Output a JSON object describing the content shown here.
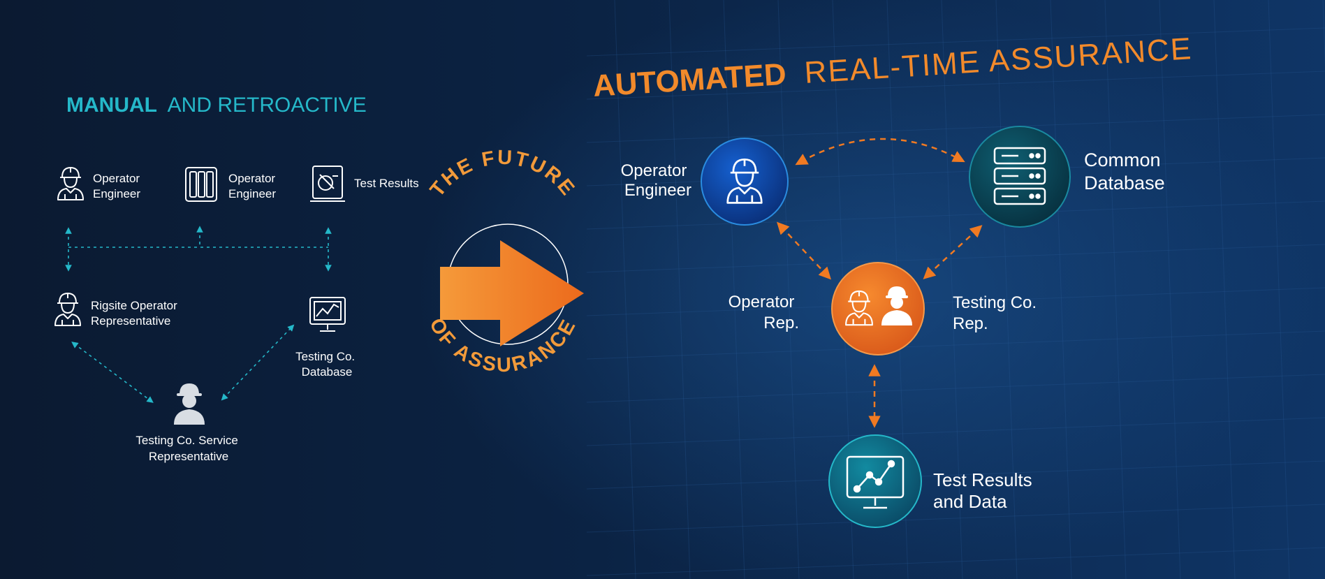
{
  "colors": {
    "background_left": "#0b1a31",
    "background_right": "#0f3566",
    "teal": "#25b8c9",
    "orange": "#f07a22",
    "white": "#ffffff",
    "blue_node": "#0e4aa8",
    "teal_node": "#0b5566"
  },
  "left_panel": {
    "title_strong": "MANUAL",
    "title_rest": "AND RETROACTIVE",
    "nodes": {
      "operator_engineer_1": {
        "icon": "engineer-hardhat-icon",
        "label": [
          "Operator",
          "Engineer"
        ]
      },
      "operator_engineer_2": {
        "icon": "server-rack-icon",
        "label": [
          "Operator",
          "Engineer"
        ]
      },
      "test_results": {
        "icon": "report-document-icon",
        "label": [
          "Test Results"
        ]
      },
      "rigsite_rep": {
        "icon": "engineer-hardhat-icon",
        "label": [
          "Rigsite Operator",
          "Representative"
        ]
      },
      "testing_db": {
        "icon": "monitor-chart-icon",
        "label": [
          "Testing Co.",
          "Database"
        ]
      },
      "service_rep": {
        "icon": "worker-hardhat-icon",
        "label": [
          "Testing Co. Service",
          "Representative"
        ]
      }
    }
  },
  "center": {
    "arc_top": "THE FUTURE",
    "arc_bottom": "OF ASSURANCE",
    "icon": "arrow-right-icon"
  },
  "right_panel": {
    "title_strong": "AUTOMATED",
    "title_rest": "REAL-TIME ASSURANCE",
    "nodes": {
      "operator_engineer": {
        "icon": "engineer-hardhat-icon",
        "label": [
          "Operator",
          "Engineer"
        ]
      },
      "common_database": {
        "icon": "server-stack-icon",
        "label": [
          "Common",
          "Database"
        ]
      },
      "reps_hub": {
        "icon": "two-workers-icon",
        "left_label": [
          "Operator",
          "Rep."
        ],
        "right_label": [
          "Testing Co.",
          "Rep."
        ]
      },
      "test_results_data": {
        "icon": "monitor-chart-icon",
        "label": [
          "Test Results",
          "and Data"
        ]
      }
    }
  }
}
